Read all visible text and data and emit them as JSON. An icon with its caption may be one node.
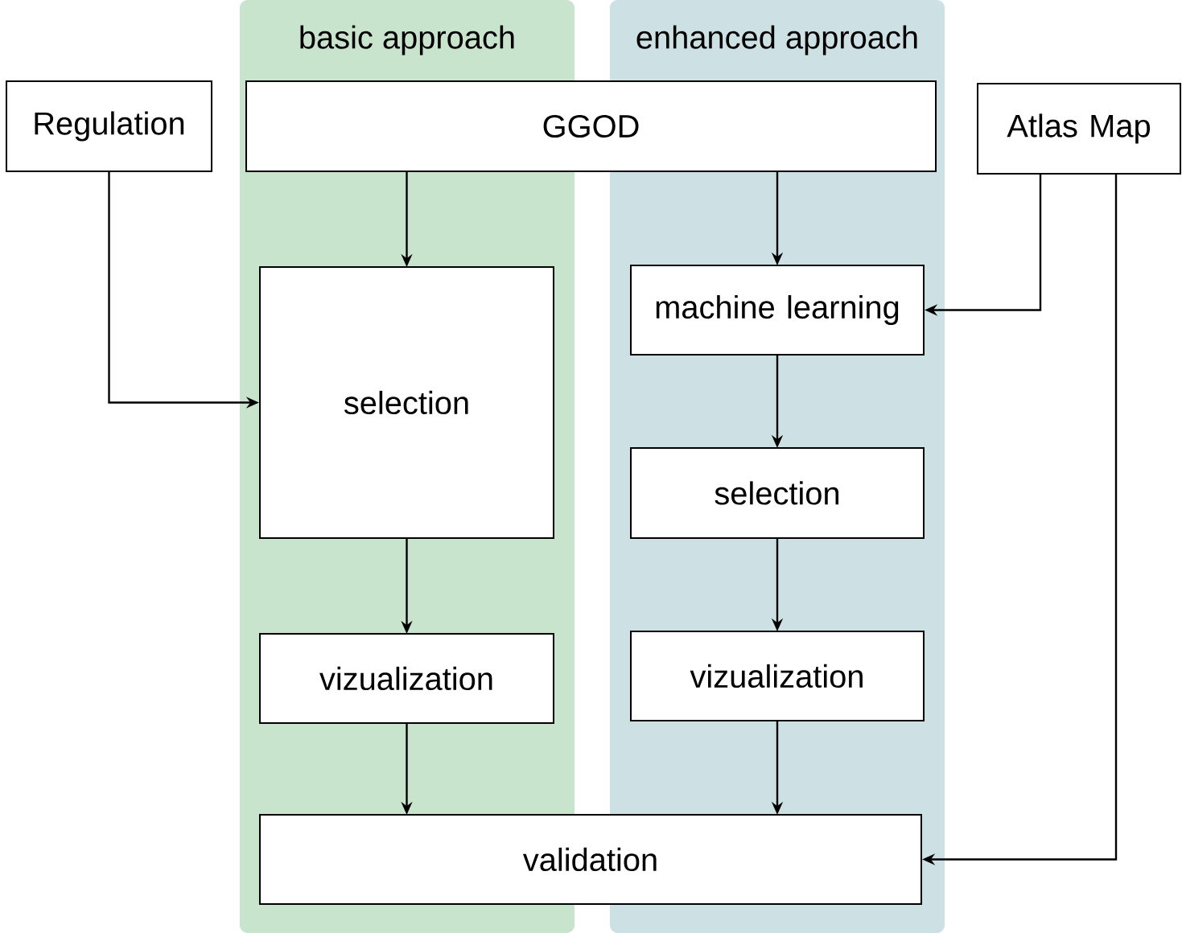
{
  "diagram": {
    "nodes": [
      {
        "text": [
          "basic approach"
        ]
      },
      {
        "text": [
          "enhanced approach"
        ]
      },
      {
        "text": [
          "Regulation"
        ]
      },
      {
        "text": [
          "GGOD"
        ]
      },
      {
        "text": [
          "Atlas Map"
        ]
      },
      {
        "text": [
          "selection"
        ],
        "in": 0
      },
      {
        "text": [
          "machine learning"
        ],
        "in": 1
      },
      {
        "text": [
          "selection"
        ],
        "in": 1
      },
      {
        "text": [
          "vizualization"
        ],
        "in": 0
      },
      {
        "text": [
          "vizualization"
        ],
        "in": 1
      },
      {
        "text": [
          "validation"
        ]
      }
    ],
    "edges": [
      {
        "from": 3,
        "to": 5,
        "arrow": "to"
      },
      {
        "from": 3,
        "to": 6,
        "arrow": "to"
      },
      {
        "from": 2,
        "to": 5,
        "arrow": "to"
      },
      {
        "from": 4,
        "to": 6,
        "arrow": "to"
      },
      {
        "from": 4,
        "to": 10,
        "arrow": "to"
      },
      {
        "from": 6,
        "to": 7,
        "arrow": "to"
      },
      {
        "from": 5,
        "to": 8,
        "arrow": "to"
      },
      {
        "from": 7,
        "to": 9,
        "arrow": "to"
      },
      {
        "from": 8,
        "to": 10,
        "arrow": "to"
      },
      {
        "from": 9,
        "to": 10,
        "arrow": "to"
      }
    ]
  }
}
